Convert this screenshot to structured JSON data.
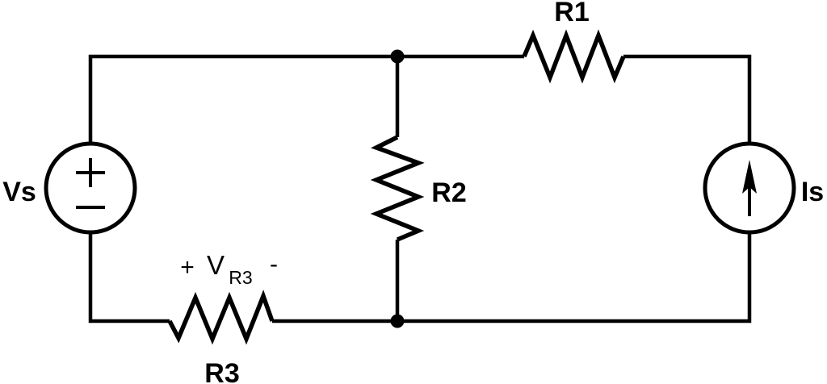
{
  "labels": {
    "voltage_source": "Vs",
    "current_source": "Is",
    "r1": "R1",
    "r2": "R2",
    "r3": "R3"
  },
  "vr3_annotation": {
    "plus": "+",
    "symbol": "V",
    "subscript": "R3",
    "minus": "-"
  },
  "colors": {
    "stroke": "#000000",
    "background": "#ffffff"
  }
}
